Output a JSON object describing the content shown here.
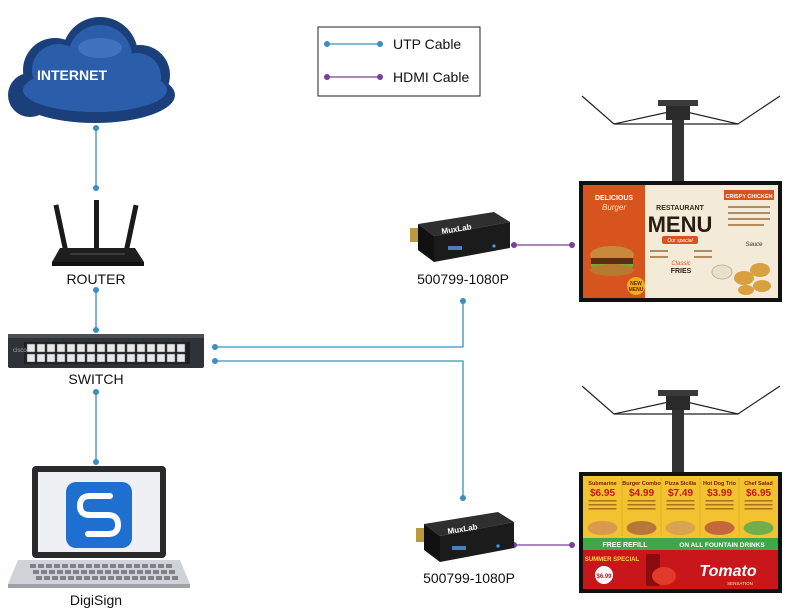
{
  "legend": {
    "utp": {
      "label": "UTP Cable",
      "color": "#3a8fc0"
    },
    "hdmi": {
      "label": "HDMI Cable",
      "color": "#7a3f9a"
    }
  },
  "nodes": {
    "internet": {
      "label": "INTERNET",
      "icon": "cloud-icon"
    },
    "router": {
      "label": "ROUTER",
      "icon": "router-icon"
    },
    "switch": {
      "label": "SWITCH",
      "icon": "switch-icon"
    },
    "digisign": {
      "label": "DigiSign",
      "icon": "laptop-icon"
    },
    "receiver_top": {
      "label": "500799-1080P",
      "brand": "MuxLab",
      "icon": "receiver-icon"
    },
    "receiver_bottom": {
      "label": "500799-1080P",
      "brand": "MuxLab",
      "icon": "receiver-icon"
    }
  },
  "menu_top": {
    "burger_title": "DELICIOUS",
    "burger_sub": "Burger",
    "word1": "RESTAURANT",
    "word2": "MENU",
    "word3": "Our special",
    "chicken": "CRISPY CHICKEN",
    "fries1": "Classic",
    "fries2": "FRIES",
    "sauce": "Sauce",
    "badge1": "NEW",
    "badge2": "MENU"
  },
  "menu_bottom": {
    "items": [
      {
        "name": "Submarine",
        "price": "$6.95"
      },
      {
        "name": "Burger Combo",
        "price": "$4.99"
      },
      {
        "name": "Pizza Sicilia",
        "price": "$7.49"
      },
      {
        "name": "Hot Dog Trio",
        "price": "$3.99"
      },
      {
        "name": "Chef Salad",
        "price": "$6.95"
      }
    ],
    "banner_left": "FREE REFILL",
    "banner_right": "ON ALL FOUNTAIN DRINKS",
    "special_title": "SUMMER SPECIAL",
    "special_price": "$6.99",
    "brand": "Tomato",
    "brand_sub": "SENSATION"
  }
}
